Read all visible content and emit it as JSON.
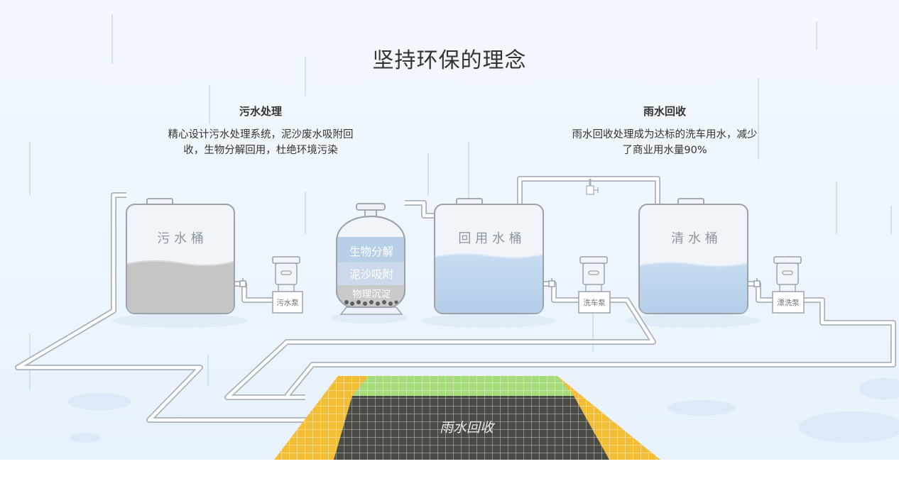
{
  "title": "坚持环保的理念",
  "left_block": {
    "heading": "污水处理",
    "text": "精心设计污水处理系统，泥沙废水吸附回收，生物分解回用，杜绝环境污染"
  },
  "right_block": {
    "heading": "雨水回收",
    "text": "雨水回收处理成为达标的洗车用水，减少了商业用水量90%"
  },
  "tanks": {
    "sewage": "污 水 桶",
    "reuse": "回 用 水 桶",
    "clean": "清 水 桶"
  },
  "filter_layers": [
    "生物分解",
    "泥沙吸附",
    "物理沉淀"
  ],
  "pumps": [
    "污水泵",
    "洗车泵",
    "漂洗泵"
  ],
  "grate_label": "雨水回收",
  "colors": {
    "water_blue": "#bdd5ef",
    "sludge_gray": "#c5c5c5",
    "grate_yellow": "#f2be36",
    "grate_green": "#a6dc7c",
    "grate_dark": "#4a4b44"
  }
}
